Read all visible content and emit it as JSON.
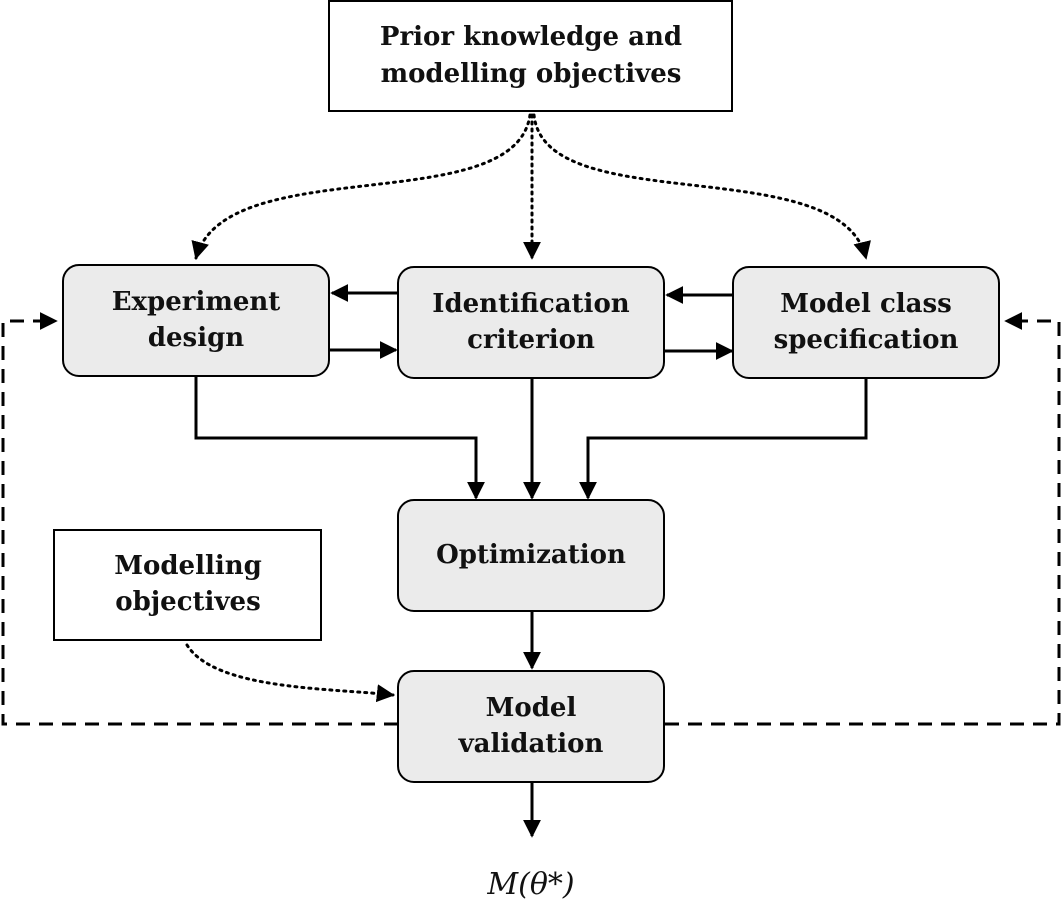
{
  "nodes": {
    "prior": {
      "lines": [
        "Prior knowledge and",
        "modelling objectives"
      ]
    },
    "experiment": {
      "lines": [
        "Experiment",
        "design"
      ]
    },
    "identification": {
      "lines": [
        "Identification",
        "criterion"
      ]
    },
    "modelclass": {
      "lines": [
        "Model class",
        "specification"
      ]
    },
    "optimization": {
      "lines": [
        "Optimization"
      ]
    },
    "objectives": {
      "lines": [
        "Modelling",
        "objectives"
      ]
    },
    "validation": {
      "lines": [
        "Model",
        "validation"
      ]
    }
  },
  "output": {
    "label": "M(θ*)"
  },
  "colors": {
    "process_fill": "#ebebeb",
    "plain_fill": "#ffffff",
    "stroke": "#000000"
  }
}
